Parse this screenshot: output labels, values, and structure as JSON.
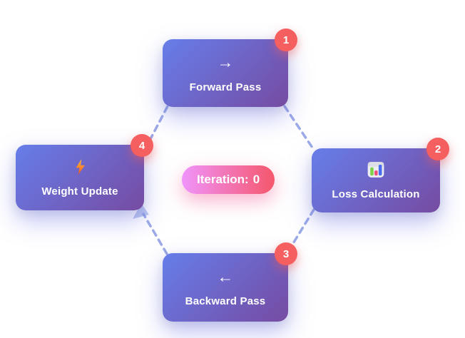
{
  "center_badge": {
    "label": "Iteration:",
    "value": "0"
  },
  "nodes": [
    {
      "id": "forward-pass",
      "label": "Forward Pass",
      "badge": "1",
      "icon": "arrow-right-icon",
      "icon_glyph": "→"
    },
    {
      "id": "loss-calculation",
      "label": "Loss Calculation",
      "badge": "2",
      "icon": "bar-chart-icon"
    },
    {
      "id": "backward-pass",
      "label": "Backward Pass",
      "badge": "3",
      "icon": "arrow-left-icon",
      "icon_glyph": "←"
    },
    {
      "id": "weight-update",
      "label": "Weight Update",
      "badge": "4",
      "icon": "lightning-icon"
    }
  ],
  "colors": {
    "card_gradient_start": "#667eea",
    "card_gradient_end": "#764ba2",
    "step_badge": "#f55f5f",
    "iteration_pill_start": "#f093fb",
    "iteration_pill_end": "#f5576c",
    "connector_dash": "#8b9ce3",
    "lightning_top": "#ffc13d",
    "lightning_bottom": "#f4511e",
    "bar_green": "#7ed24a",
    "bar_pink": "#f04f7c",
    "bar_blue": "#4a6cf0"
  }
}
